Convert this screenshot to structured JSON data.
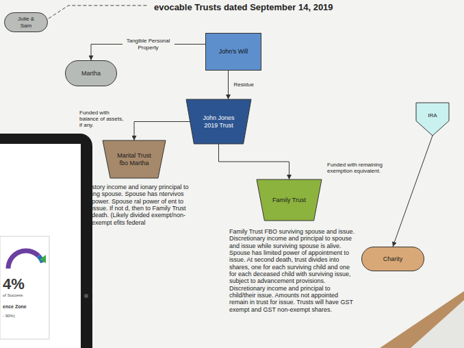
{
  "diagram": {
    "title": "evocable Trusts dated September 14, 2019",
    "nodes": [
      {
        "text": [
          "Julie & Sam"
        ]
      },
      {
        "text": [
          "Martha"
        ]
      },
      {
        "text": [
          "John's Will"
        ]
      },
      {
        "text": [
          "John Jones 2019 Trust"
        ]
      },
      {
        "text": [
          "Marital Trust fbo Martha"
        ]
      },
      {
        "text": [
          "Family Trust"
        ]
      },
      {
        "text": [
          "IRA"
        ]
      },
      {
        "text": [
          "Charity"
        ]
      }
    ],
    "edges": [
      {
        "from": 2,
        "to": 1,
        "label": "Tangible Personal Property",
        "arrow": "to"
      },
      {
        "from": 2,
        "to": 3,
        "label": "Residue",
        "arrow": "to"
      },
      {
        "from": 3,
        "to": 4,
        "arrow": "to"
      },
      {
        "from": 3,
        "to": 5,
        "arrow": "to"
      },
      {
        "from": 6,
        "to": 7,
        "arrow": "to"
      }
    ],
    "labels": [
      "Funded with balance of assets, if any.",
      "Funded with remaining exemption equivalent.",
      "story income and ionary principal to ing spouse. Spouse has ntervivos power. Spouse ral power of ent to issue. If not d, then to Family Trust death. (Likely divided exempt/non-exempt efits federal",
      "Family Trust FBO surviving spouse and issue. Discretionary income and principal to spouse and issue while surviving spouse is alive. Spouse has limited power of appointment to issue. At second death, trust divides into shares, one for each surviving child and one for each deceased child with surviving issue, subject to advancement provisions. Discretionary income and principal to child/their issue. Amounts not appointed remain in trust for issue. Trusts will have GST exempt and GST non-exempt shares.",
      "4%",
      "of Success",
      "ence Zone",
      "- 90%)"
    ]
  }
}
